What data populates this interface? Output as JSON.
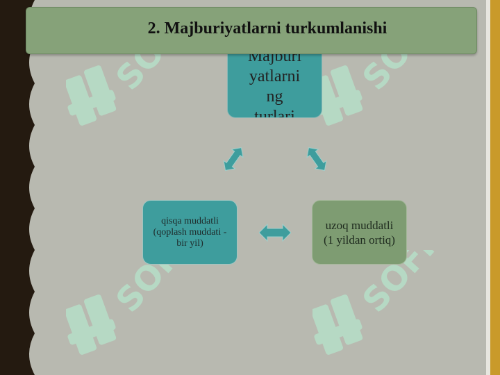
{
  "slide": {
    "title": "2. Majburiyatlarni turkumlanishi",
    "watermark_text": "SOFF"
  },
  "diagram": {
    "top_node": {
      "lines": [
        "Majburi",
        "yatlarni",
        "ng",
        "turlari"
      ]
    },
    "left_node": {
      "text": "qisqa muddatli (qoplash muddati - bir yil)"
    },
    "right_node": {
      "text": "uzoq muddatli (1 yildan ortiq)"
    }
  },
  "colors": {
    "background": "#b8b9b0",
    "title_bar": "#86a279",
    "teal_node": "#3e9d9d",
    "green_node": "#7e9c72",
    "arrow": "#3e9d9d",
    "left_band": "#241a10",
    "right_band": "#c99a2a",
    "watermark": "#b6dfc8"
  }
}
